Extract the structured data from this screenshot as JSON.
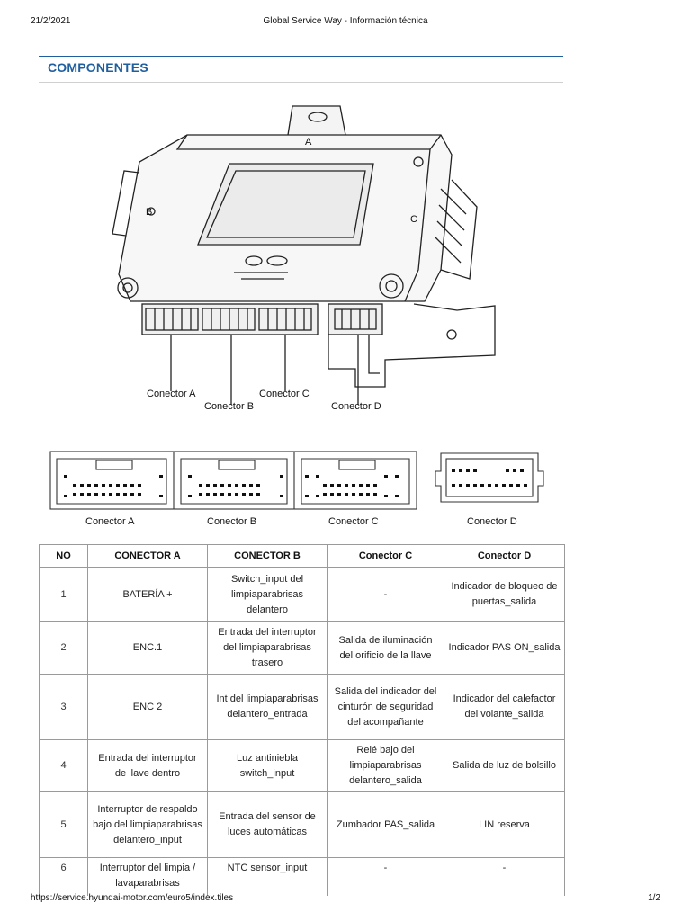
{
  "header": {
    "date": "21/2/2021",
    "title": "Global Service Way - Información técnica"
  },
  "footer": {
    "url": "https://service.hyundai-motor.com/euro5/index.tiles",
    "page": "1/2"
  },
  "section": {
    "title": "COMPONENTES"
  },
  "figure": {
    "module_labels": {
      "a": "A",
      "b": "B",
      "c": "C"
    },
    "callouts": {
      "a": "Conector A",
      "b": "Conector B",
      "c": "Conector C",
      "d": "Conector D"
    }
  },
  "connector_strip": {
    "labels": {
      "a": "Conector A",
      "b": "Conector B",
      "c": "Conector C",
      "d": "Conector D"
    }
  },
  "table": {
    "headers": [
      "NO",
      "CONECTOR A",
      "CONECTOR B",
      "Conector C",
      "Conector D"
    ],
    "rows": [
      [
        "1",
        "BATERÍA +",
        "Switch_input del limpiaparabrisas delantero",
        "-",
        "Indicador de bloqueo de puertas_salida"
      ],
      [
        "2",
        "ENC.1",
        "Entrada del interruptor del limpiaparabrisas trasero",
        "Salida de iluminación del orificio de la llave",
        "Indicador PAS ON_salida"
      ],
      [
        "3",
        "ENC 2",
        "Int del limpiaparabrisas delantero_entrada",
        "Salida del indicador del cinturón de seguridad del acompañante",
        "Indicador del calefactor del volante_salida"
      ],
      [
        "4",
        "Entrada del interruptor de llave dentro",
        "Luz antiniebla switch_input",
        "Relé bajo del limpiaparabrisas delantero_salida",
        "Salida de luz de bolsillo"
      ],
      [
        "5",
        "Interruptor de respaldo bajo del limpiaparabrisas delantero_input",
        "Entrada del sensor de luces automáticas",
        "Zumbador PAS_salida",
        "LIN reserva"
      ],
      [
        "6",
        "Interruptor del limpia / lavaparabrisas",
        "NTC sensor_input",
        "-",
        "-"
      ]
    ]
  }
}
